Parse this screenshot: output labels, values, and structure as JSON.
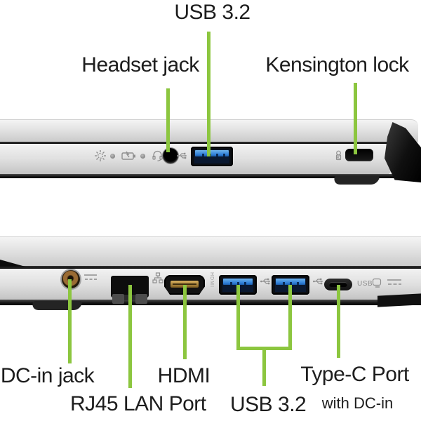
{
  "colors": {
    "accent_green": "#8CC63F",
    "label_text": "#1D1D1D",
    "usb_port_blue": "#2E7ED8",
    "hdmi_gold": "#C29A4A",
    "dc_jack_copper": "#9A6B33",
    "chassis_silver": "#DCDCDC"
  },
  "top_view": {
    "side": "right-side-ports",
    "callouts": [
      {
        "id": "usb32",
        "label": "USB 3.2"
      },
      {
        "id": "headset",
        "label": "Headset jack"
      },
      {
        "id": "kensington",
        "label": "Kensington lock"
      }
    ],
    "ports": [
      "power-led",
      "battery-led",
      "headset-jack",
      "usb-a-3.2",
      "kensington-lock-slot"
    ]
  },
  "bottom_view": {
    "side": "left-side-ports",
    "callouts": [
      {
        "id": "dcin",
        "label": "DC-in jack"
      },
      {
        "id": "rj45",
        "label": "RJ45 LAN Port"
      },
      {
        "id": "hdmi",
        "label": "HDMI"
      },
      {
        "id": "usb32",
        "label": "USB 3.2"
      },
      {
        "id": "typec",
        "label": "Type-C Port",
        "sublabel": "with DC-in"
      }
    ],
    "ports": [
      "dc-in-jack",
      "rj45-lan",
      "hdmi",
      "usb-a-3.2-1",
      "usb-a-3.2-2",
      "usb-type-c"
    ],
    "chassis_markings": {
      "usb_logo_text": "USB",
      "hdmi_side_text": "HDMI"
    }
  }
}
